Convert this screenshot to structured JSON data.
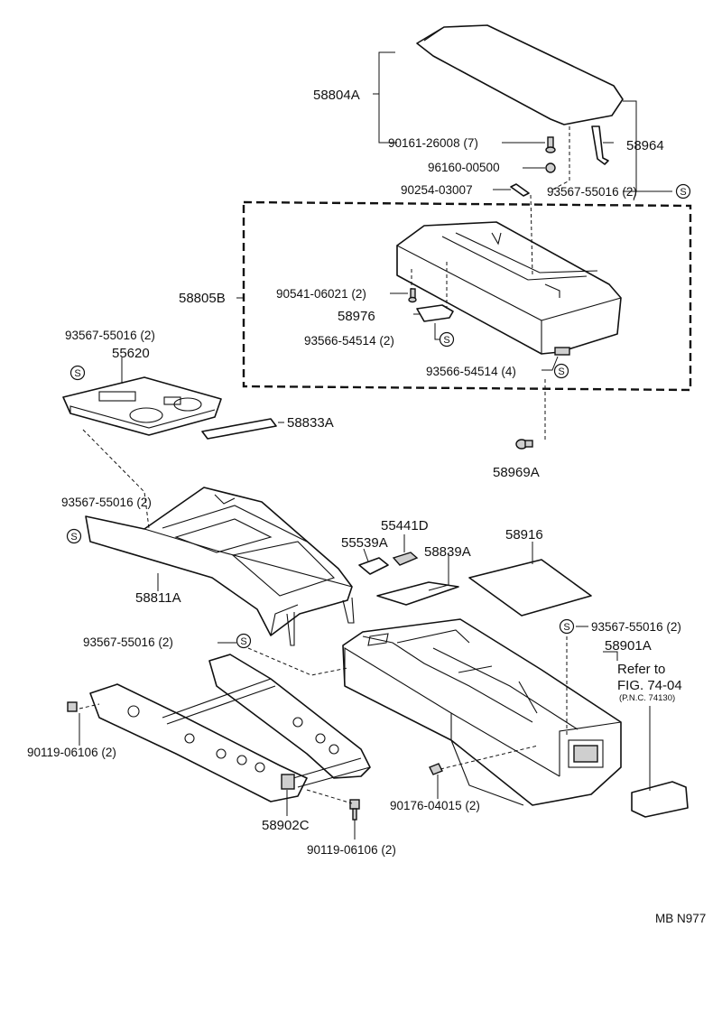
{
  "labels": {
    "p58804A": "58804A",
    "p90161": "90161-26008 (7)",
    "p58964": "58964",
    "p96160": "96160-00500",
    "p90254": "90254-03007",
    "p93567_top": "93567-55016 (2)",
    "p58805B": "58805B",
    "p90541": "90541-06021 (2)",
    "p58976": "58976",
    "p93566_2": "93566-54514 (2)",
    "p93566_4": "93566-54514 (4)",
    "p93567_left1": "93567-55016 (2)",
    "p55620": "55620",
    "p58833A": "58833A",
    "p58969A": "58969A",
    "p93567_left2": "93567-55016 (2)",
    "p55441D": "55441D",
    "p55539A": "55539A",
    "p58916": "58916",
    "p58839A": "58839A",
    "p58811A": "58811A",
    "p93567_right": "93567-55016 (2)",
    "p93567_mid": "93567-55016 (2)",
    "p58901A": "58901A",
    "refer_line1": "Refer to",
    "refer_line2": "FIG. 74-04",
    "refer_line3": "(P.N.C. 74130)",
    "p90119_left": "90119-06106 (2)",
    "p90176": "90176-04015 (2)",
    "p58902C": "58902C",
    "p90119_bottom": "90119-06106 (2)",
    "drawing_code": "MB N977"
  },
  "symbols": {
    "s_letter": "S"
  }
}
